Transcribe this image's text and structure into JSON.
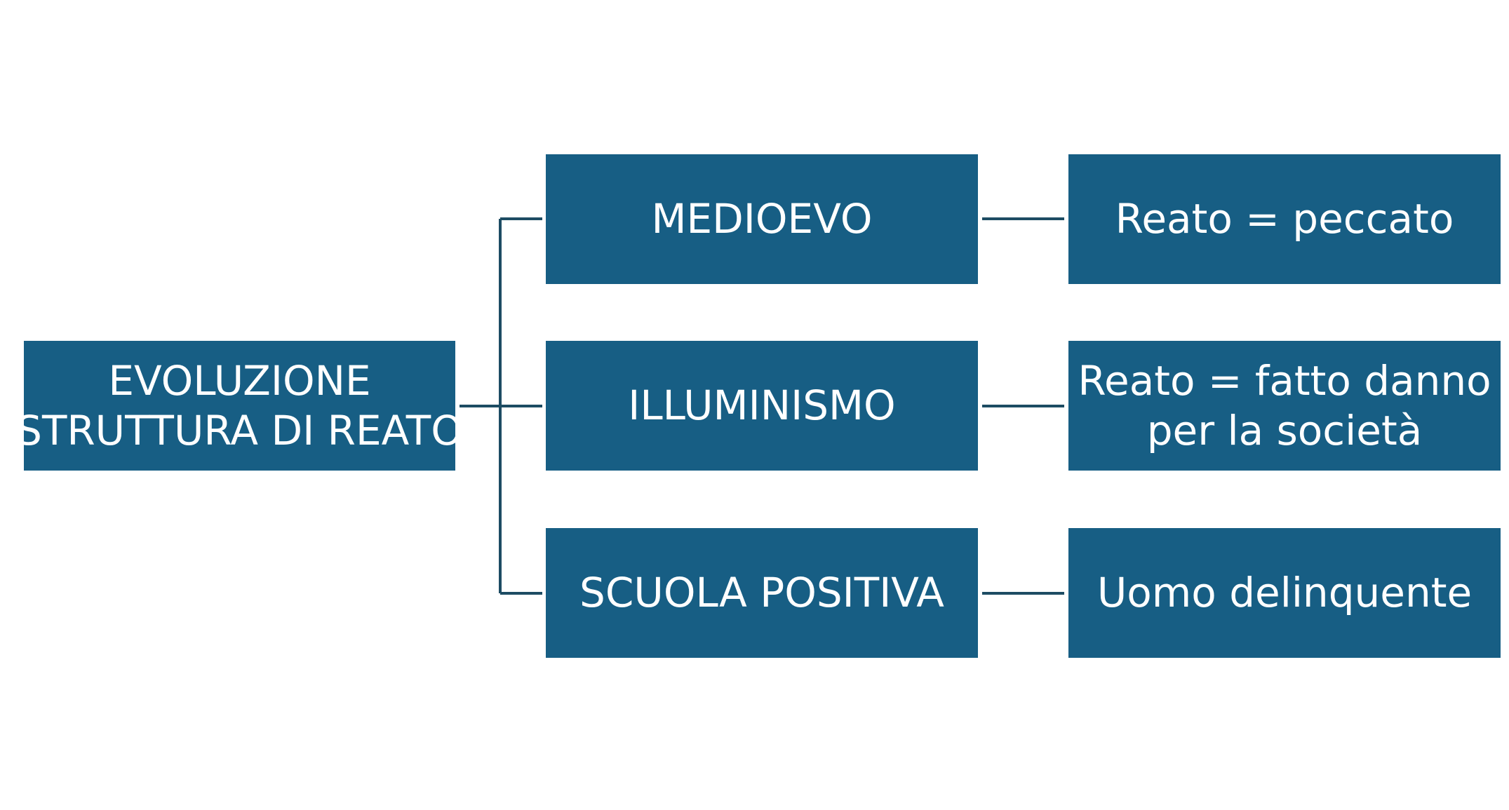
{
  "colors": {
    "box_fill": "#175e84",
    "box_text": "#ffffff",
    "connector": "#1d4c63",
    "background": "#ffffff"
  },
  "root": {
    "lines": [
      "EVOLUZIONE",
      "STRUTTURA DI REATO"
    ]
  },
  "eras": [
    {
      "label": "MEDIOEVO",
      "definition_lines": [
        "Reato = peccato"
      ]
    },
    {
      "label": "ILLUMINISMO",
      "definition_lines": [
        "Reato = fatto danno",
        "per la società"
      ]
    },
    {
      "label": "SCUOLA POSITIVA",
      "definition_lines": [
        "Uomo delinquente"
      ]
    }
  ]
}
